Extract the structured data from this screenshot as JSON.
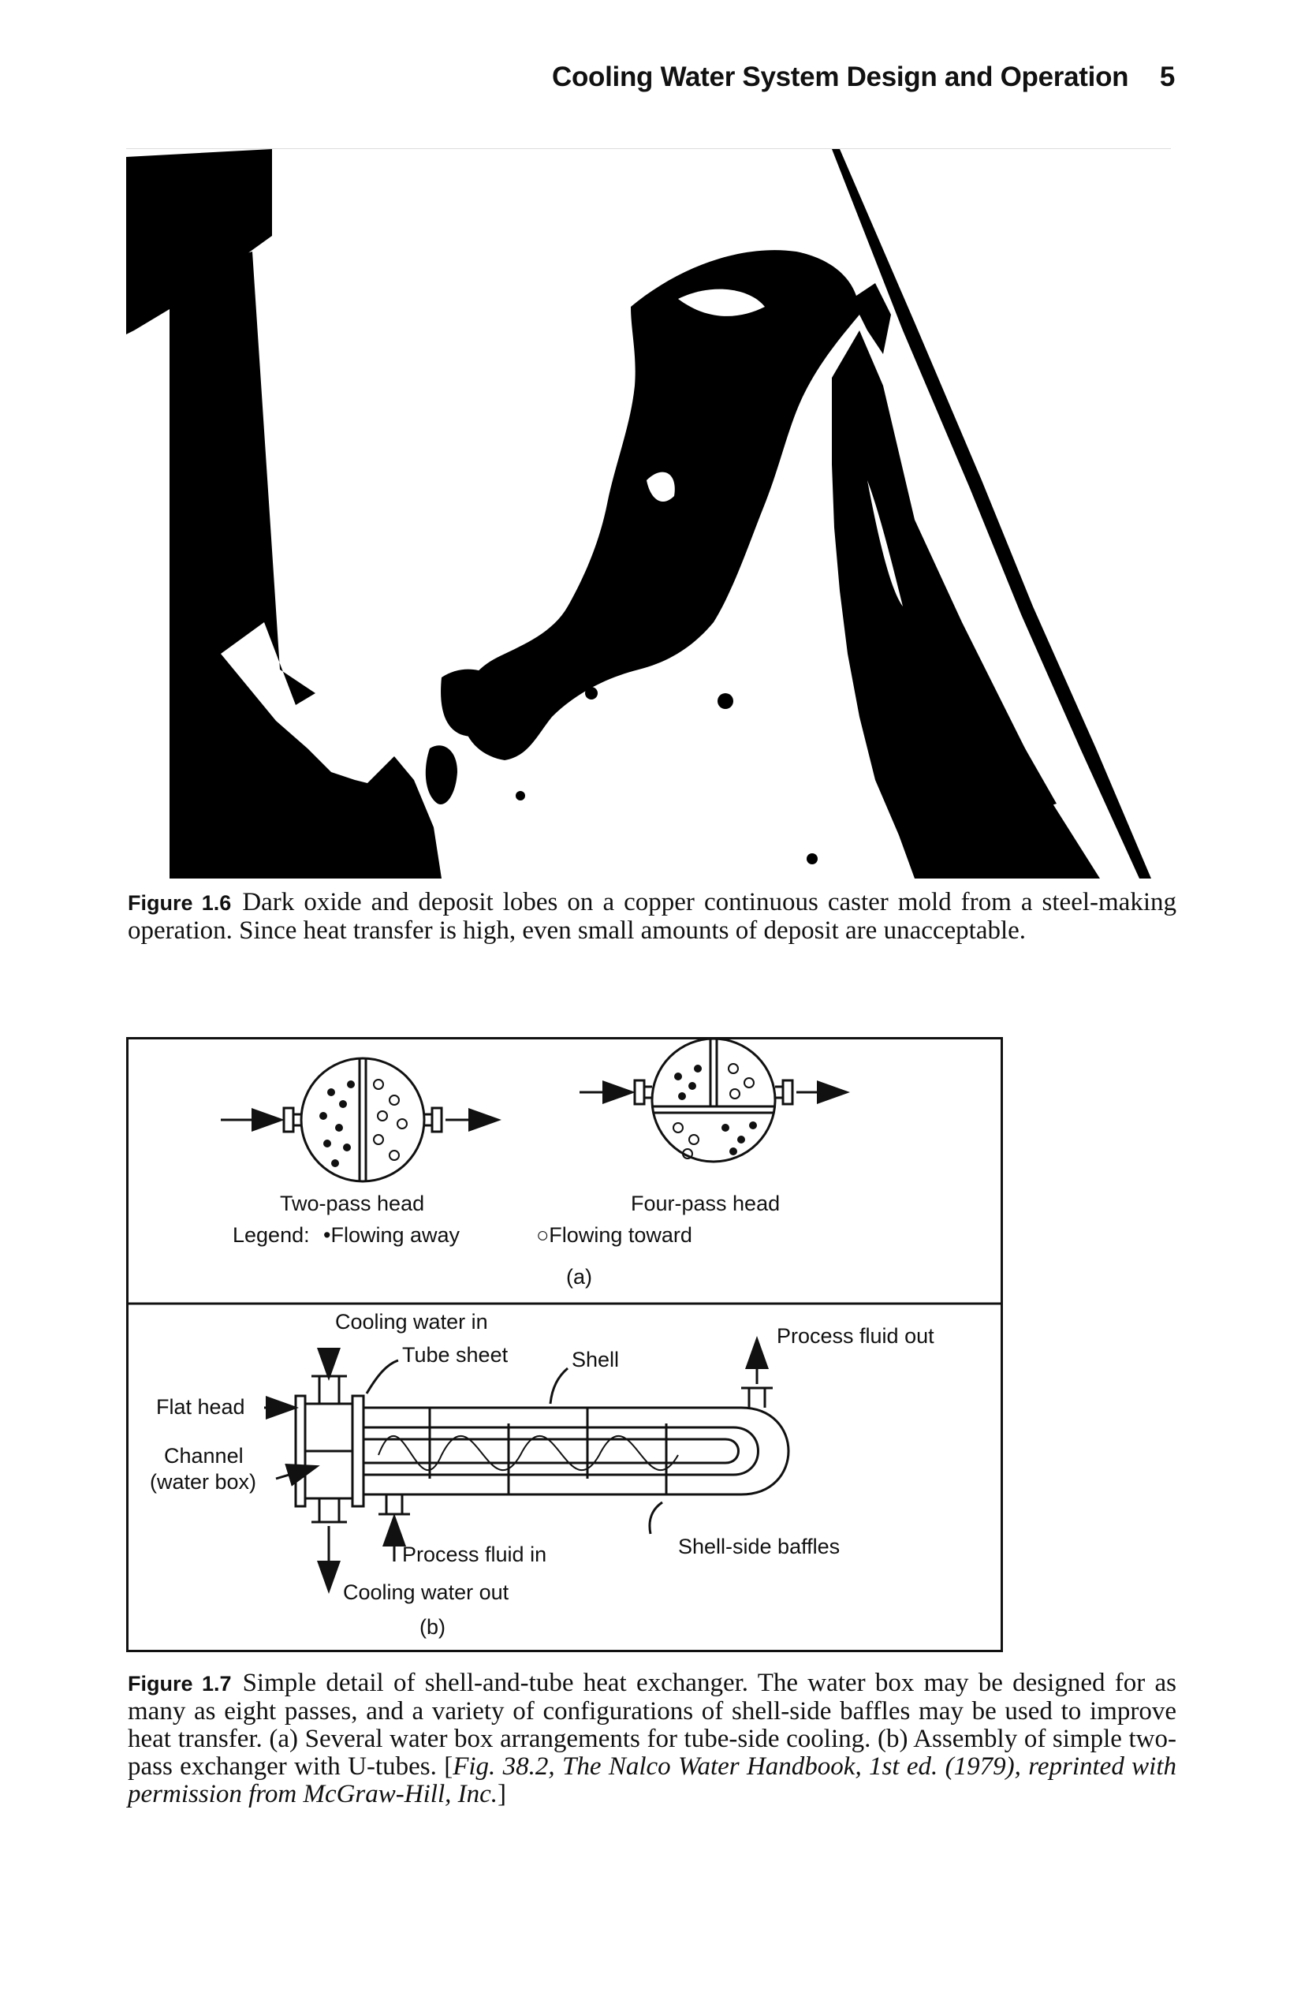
{
  "running_head": {
    "title": "Cooling Water System Design and Operation",
    "page_number": "5"
  },
  "figure_1_6": {
    "label": "Figure 1.6",
    "caption": "Dark oxide and deposit lobes on a copper continuous caster mold from a steel-making operation. Since heat transfer is high, even small amounts of deposit are unacceptable."
  },
  "figure_1_7": {
    "label": "Figure 1.7",
    "caption_text": "Simple detail of shell-and-tube heat exchanger. The water box may be designed for as many as eight passes, and a variety of configurations of shell-side baffles may be used to improve heat transfer. (a) Several water box arrangements for tube-side cooling. (b) Assembly of simple two-pass exchanger with U-tubes. [",
    "caption_citation": "Fig. 38.2, The Nalco Water Handbook, 1st ed. (1979), reprinted with permission from McGraw-Hill, Inc.",
    "caption_close": "]",
    "panel_a": {
      "two_pass_label": "Two-pass head",
      "four_pass_label": "Four-pass head",
      "legend_prefix": "Legend:",
      "legend_away": "•Flowing away",
      "legend_toward": "○Flowing toward",
      "panel_label": "(a)"
    },
    "panel_b": {
      "cooling_water_in": "Cooling water in",
      "tube_sheet": "Tube sheet",
      "shell": "Shell",
      "process_fluid_out": "Process fluid out",
      "flat_head": "Flat head",
      "channel": "Channel",
      "water_box": "(water box)",
      "process_fluid_in": "Process fluid in",
      "shell_side_baffles": "Shell-side baffles",
      "cooling_water_out": "Cooling water out",
      "panel_label": "(b)"
    }
  }
}
